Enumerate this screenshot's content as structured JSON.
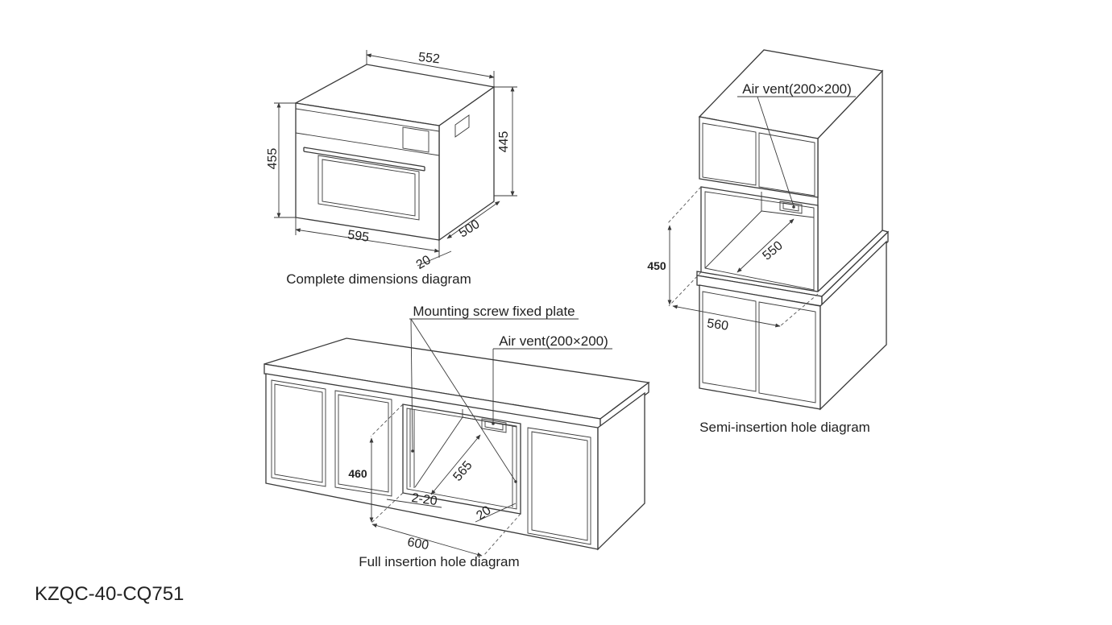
{
  "model": "KZQC-40-CQ751",
  "complete": {
    "caption": "Complete dimensions diagram",
    "width": "552",
    "depth_top": "445",
    "height": "455",
    "front_width": "595",
    "depth": "500",
    "offset": "20"
  },
  "semi": {
    "caption": "Semi-insertion hole diagram",
    "air_vent": "Air vent(200×200)",
    "height": "450",
    "depth": "550",
    "width": "560"
  },
  "full": {
    "caption": "Full insertion hole diagram",
    "mounting": "Mounting screw fixed plate",
    "air_vent": "Air vent(200×200)",
    "height": "460",
    "depth": "565",
    "gap": "2-20",
    "offset": "20",
    "width": "600"
  }
}
